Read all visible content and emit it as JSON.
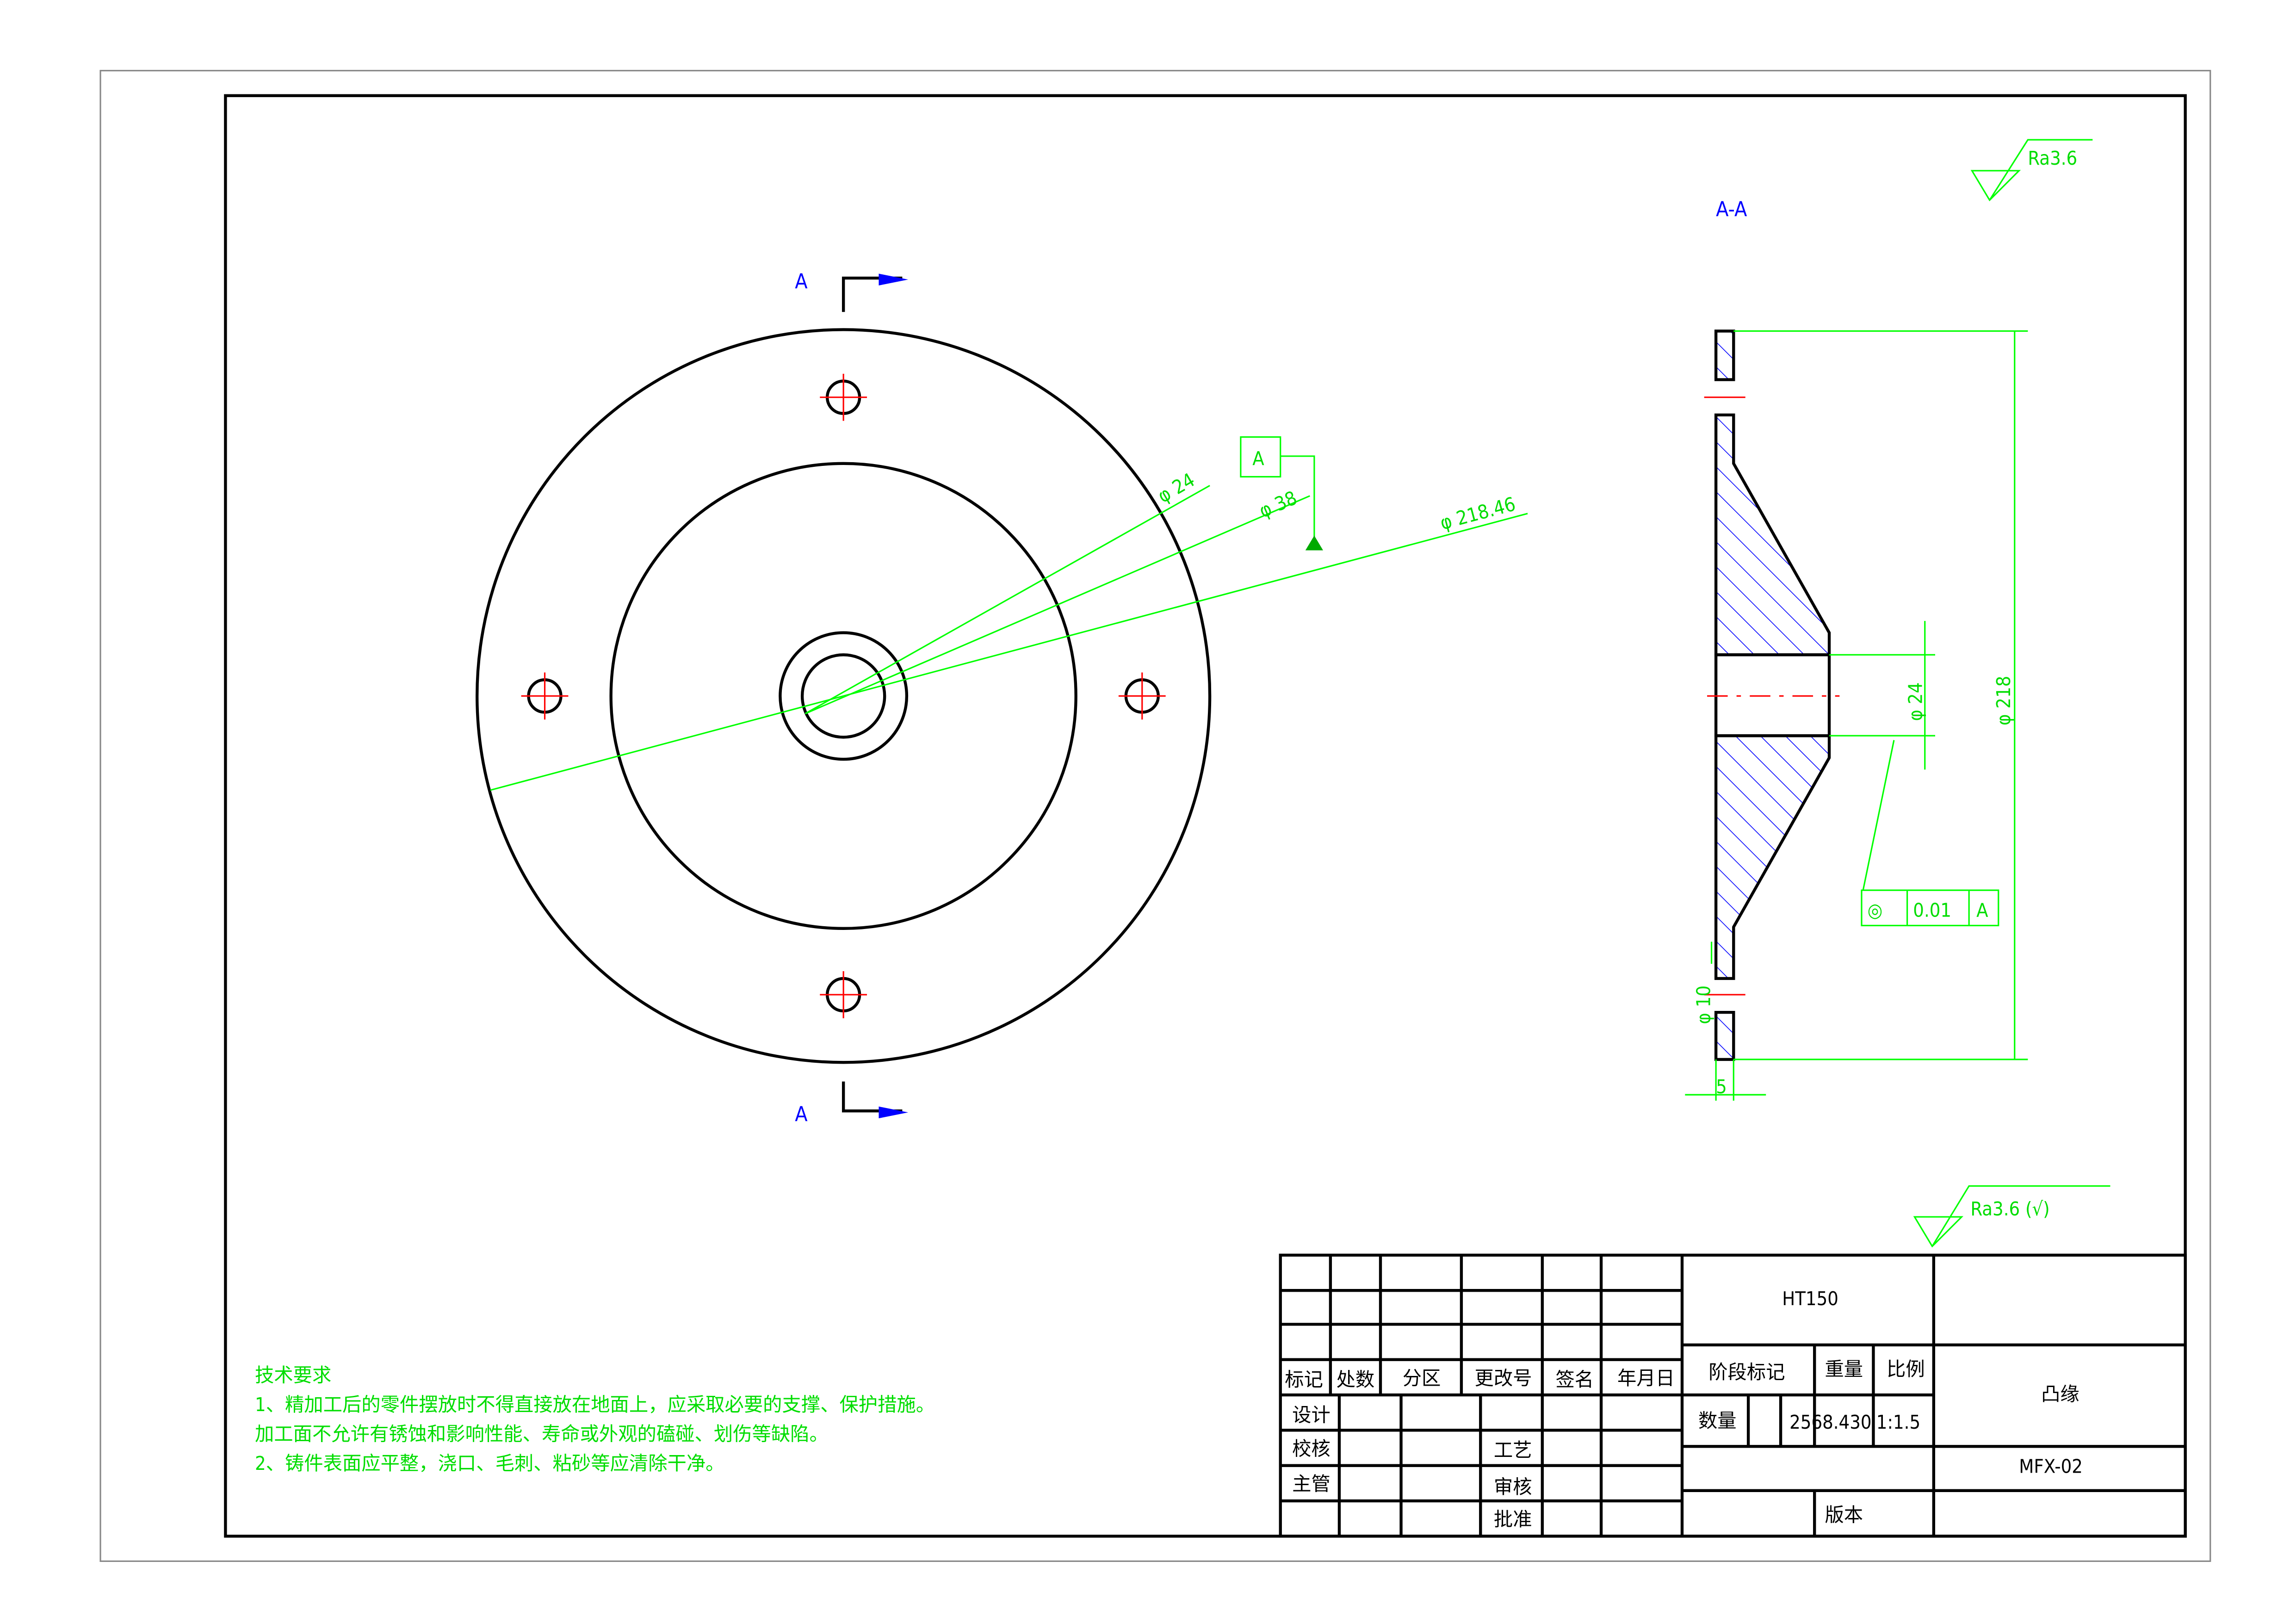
{
  "section_labels": {
    "top_arrow": "A",
    "bottom_arrow": "A",
    "section_view": "A-A"
  },
  "surface_roughness": {
    "top_right": "Ra3.6",
    "general": "Ra3.6 (√)"
  },
  "dimensions": {
    "d24_front": "φ 24",
    "d38": "φ 38",
    "d218_46": "φ 218.46",
    "d24_section": "φ 24",
    "d218_section": "φ 218",
    "d10": "φ 10",
    "thickness": "5"
  },
  "datum": {
    "label": "A"
  },
  "tolerance_frame": {
    "symbol": "◎",
    "value": "0.01",
    "datum": "A"
  },
  "technical_requirements": {
    "title": "技术要求",
    "lines": [
      "1、精加工后的零件摆放时不得直接放在地面上，应采取必要的支撑、保护措施。",
      "加工面不允许有锈蚀和影响性能、寿命或外观的磕碰、划伤等缺陷。",
      "2、铸件表面应平整，浇口、毛刺、粘砂等应清除干净。"
    ]
  },
  "title_block": {
    "material": "HT150",
    "headers": [
      "标记",
      "处数",
      "分区",
      "更改号",
      "签名",
      "年月日"
    ],
    "roles": [
      "设计",
      "校核",
      "主管"
    ],
    "roles2": [
      "工艺",
      "审核",
      "批准"
    ],
    "stage_mark": "阶段标记",
    "weight_label": "重量",
    "scale_label": "比例",
    "quantity_label": "数量",
    "weight_value": "2568.430",
    "scale_value": "1:1.5",
    "part_name": "凸缘",
    "drawing_number": "MFX-02",
    "version_label": "版本"
  }
}
